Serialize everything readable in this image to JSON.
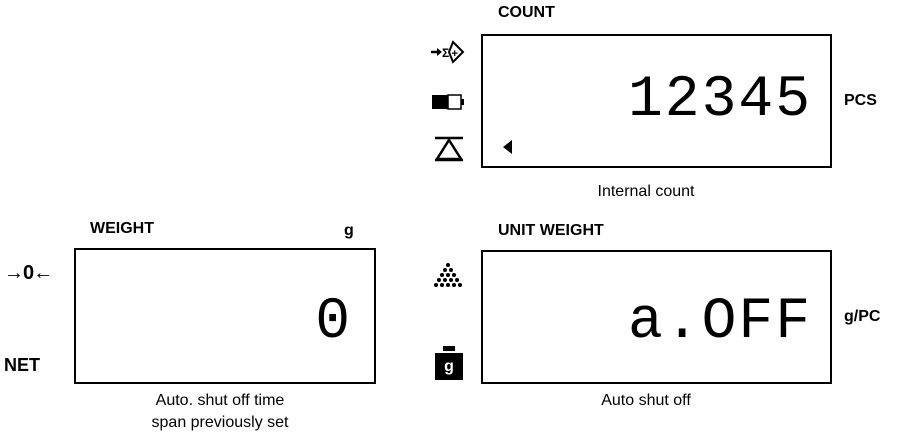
{
  "count_panel": {
    "label": "COUNT",
    "value": "12345",
    "unit": "PCS",
    "caption": "Internal count",
    "icons": [
      "sum-add-icon",
      "battery-icon",
      "tare-triangle-icon",
      "left-arrow-indicator-icon"
    ]
  },
  "weight_panel": {
    "label": "WEIGHT",
    "unit": "g",
    "value": "0",
    "zero_indicator": "→0←",
    "net_label": "NET",
    "caption_line1": "Auto. shut off time",
    "caption_line2": "span previously set"
  },
  "unit_weight_panel": {
    "label": "UNIT WEIGHT",
    "value": "a.OFF",
    "unit": "g/PC",
    "caption": "Auto shut off",
    "weight_badge": "g",
    "icons": [
      "pile-icon",
      "unit-weight-g-icon"
    ]
  }
}
